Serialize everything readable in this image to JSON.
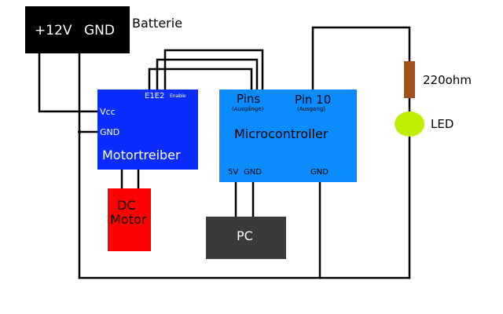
{
  "battery": {
    "plus_label": "+12V",
    "gnd_label": "GND",
    "caption": "Batterie",
    "color": "#000000"
  },
  "motor_driver": {
    "title": "Motortreiber",
    "vcc_label": "Vcc",
    "gnd_label": "GND",
    "enable_pins_label": "E1E2",
    "enable_word": "Enable",
    "color": "#0a2cff"
  },
  "dc_motor": {
    "line1": "DC",
    "line2": "Motor",
    "color": "#ff0000"
  },
  "microcontroller": {
    "title": "Microcontroller",
    "pins_label": "Pins",
    "pins_sub": "(Ausgänge)",
    "pin10_label": "Pin 10",
    "pin10_sub": "(Ausgang)",
    "five_v_label": "5V",
    "gnd_left_label": "GND",
    "gnd_right_label": "GND",
    "color": "#0a8cff"
  },
  "pc": {
    "label": "PC",
    "color": "#3a3a3a"
  },
  "resistor": {
    "label": "220ohm",
    "color": "#a0521e"
  },
  "led": {
    "label": "LED",
    "color": "#bfef00"
  }
}
